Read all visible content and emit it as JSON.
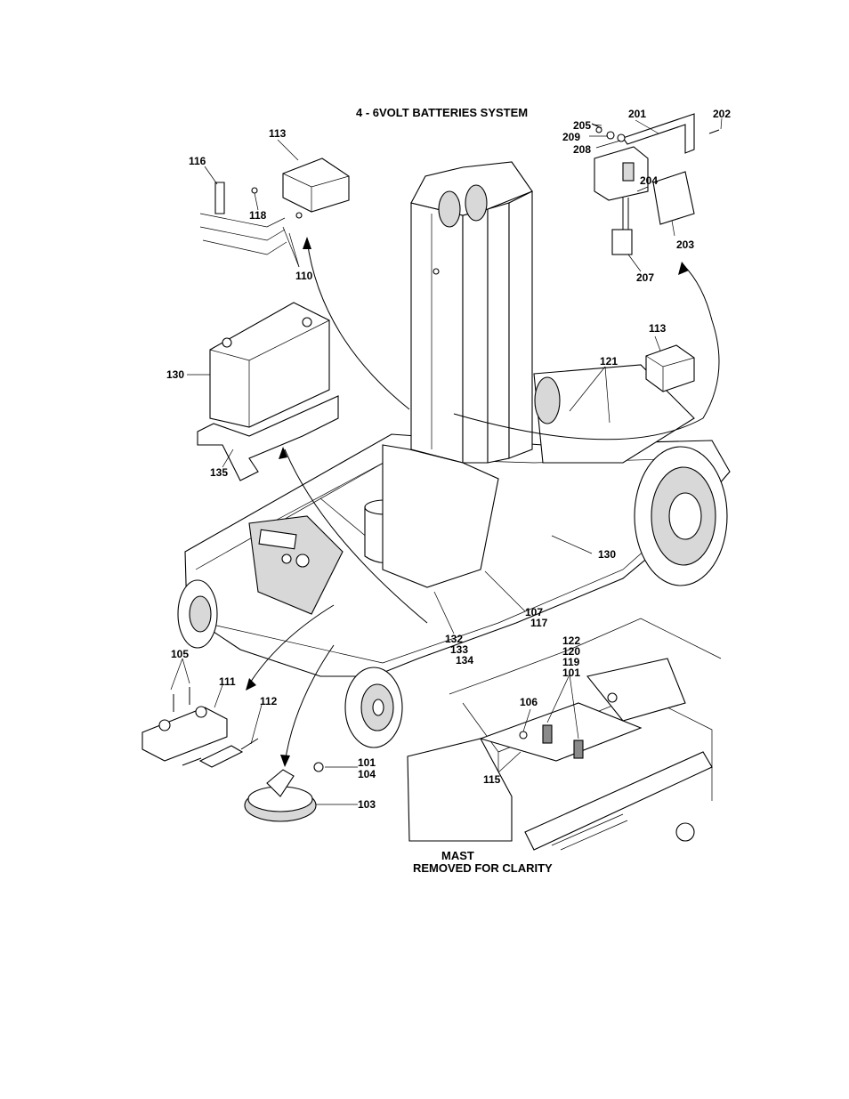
{
  "diagram": {
    "title": "4 - 6VOLT BATTERIES SYSTEM",
    "caption_line1": "MAST",
    "caption_line2": "REMOVED FOR CLARITY",
    "callouts": {
      "c105": "105",
      "c111": "111",
      "c112": "112",
      "c101a": "101",
      "c104": "104",
      "c103": "103",
      "c106": "106",
      "c115": "115",
      "c122": "122",
      "c120": "120",
      "c119": "119",
      "c101b": "101",
      "c132": "132",
      "c133": "133",
      "c134": "134",
      "c107": "107",
      "c117": "117",
      "c130a": "130",
      "c130b": "130",
      "c135": "135",
      "c116": "116",
      "c113a": "113",
      "c118": "118",
      "c110": "110",
      "c205": "205",
      "c209": "209",
      "c208": "208",
      "c201": "201",
      "c202": "202",
      "c204": "204",
      "c203": "203",
      "c207": "207",
      "c113b": "113",
      "c121": "121"
    }
  }
}
